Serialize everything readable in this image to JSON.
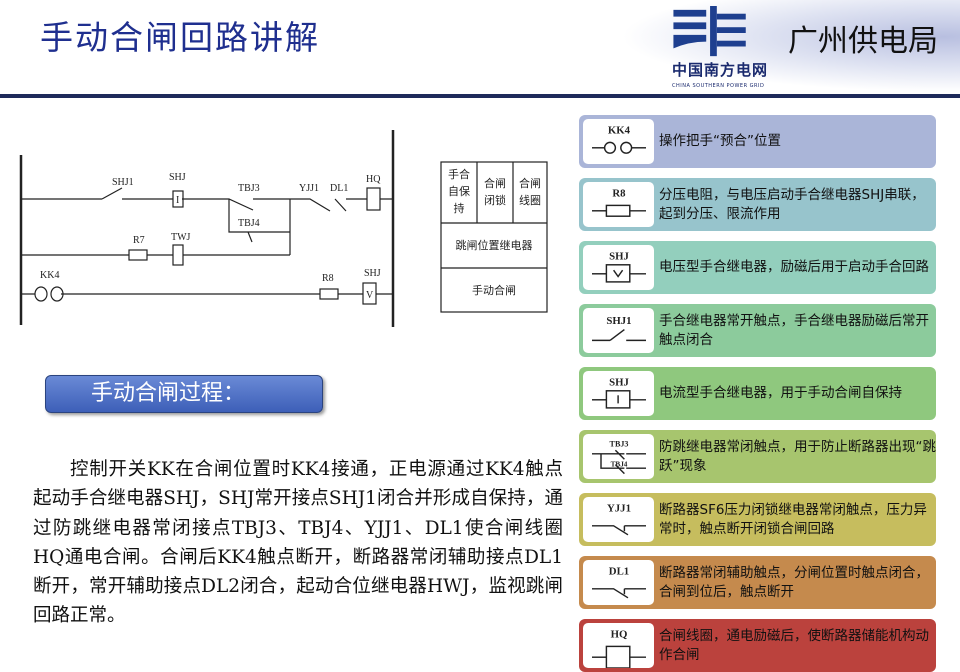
{
  "title": "手动合闸回路讲解",
  "logo": {
    "cn": "中国南方电网",
    "en": "CHINA SOUTHERN POWER GRID",
    "org": "广州供电局"
  },
  "diagram": {
    "SHJ1": "SHJ1",
    "SHJ_I": "SHJ",
    "I": "I",
    "TBJ3": "TBJ3",
    "TBJ4": "TBJ4",
    "YJJ1": "YJJ1",
    "DL1": "DL1",
    "HQ": "HQ",
    "R7": "R7",
    "TWJ": "TWJ",
    "KK4": "KK4",
    "R8": "R8",
    "SHJ_V": "SHJ",
    "V": "V",
    "table": {
      "c1": [
        "手合",
        "自保",
        "持"
      ],
      "c2": [
        "合闸",
        "闭锁"
      ],
      "c3": [
        "合闸",
        "线圈"
      ],
      "row2": "跳闸位置继电器",
      "row3": "手动合闸"
    }
  },
  "subhead": "手动合闸过程：",
  "paragraph": "控制开关KK在合闸位置时KK4接通，正电源通过KK4触点起动手合继电器SHJ，SHJ常开接点SHJ1闭合并形成自保持，通过防跳继电器常闭接点TBJ3、TBJ4、YJJ1、DL1使合闸线圈HQ通电合闸。合闸后KK4触点断开，断路器常闭辅助接点DL1断开，常开辅助接点DL2闭合，起动合位继电器HWJ，监视跳闸回路正常。",
  "cards": [
    {
      "sym": "KK4",
      "type": "kk",
      "text": "操作把手“预合”位置",
      "color": "#aab5d8"
    },
    {
      "sym": "R8",
      "type": "r",
      "text": "分压电阻，与电压启动手合继电器SHJ串联，起到分压、限流作用",
      "color": "#97c4cc"
    },
    {
      "sym": "SHJ",
      "type": "v",
      "text": "电压型手合继电器，励磁后用于启动手合回路",
      "color": "#93cfbd"
    },
    {
      "sym": "SHJ1",
      "type": "no",
      "text": "手合继电器常开触点，手合继电器励磁后常开触点闭合",
      "color": "#8ccb9c"
    },
    {
      "sym": "SHJ",
      "type": "i",
      "text": "电流型手合继电器，用于手动合闸自保持",
      "color": "#8fc87e"
    },
    {
      "sym": "TBJ3",
      "sym2": "TBJ4",
      "type": "tbj",
      "text": "防跳继电器常闭触点，用于防止断路器出现“跳跃”现象",
      "color": "#a7c56e"
    },
    {
      "sym": "YJJ1",
      "type": "nc",
      "text": "断路器SF6压力闭锁继电器常闭触点，压力异常时，触点断开闭锁合闸回路",
      "color": "#c6bd5e"
    },
    {
      "sym": "DL1",
      "type": "nc",
      "text": "断路器常闭辅助触点，分闸位置时触点闭合，合闸到位后，触点断开",
      "color": "#c58a4d"
    },
    {
      "sym": "HQ",
      "type": "hq",
      "text": "合闸线圈，通电励磁后，使断路器储能机构动作合闸",
      "color": "#bb423d"
    }
  ]
}
